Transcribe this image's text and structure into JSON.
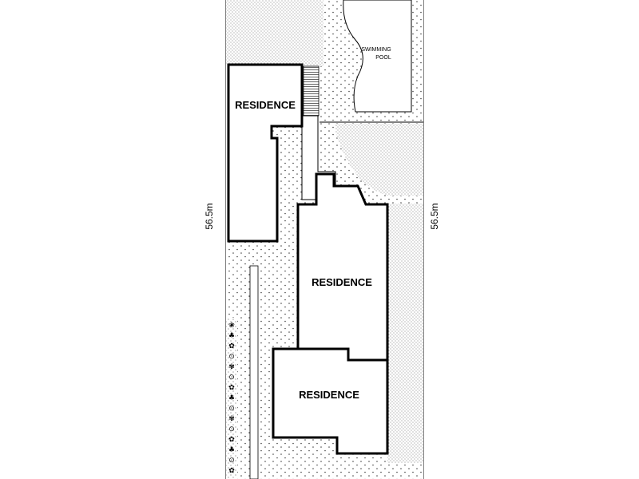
{
  "labels": {
    "residence_top": "RESIDENCE",
    "residence_middle": "RESIDENCE",
    "residence_bottom": "RESIDENCE",
    "pool_line1": "SWIMMING",
    "pool_line2": "POOL",
    "dimension_left": "56.5m",
    "dimension_right": "56.5m"
  },
  "plants": {
    "symbols": [
      "❀",
      "♣",
      "✿",
      "⊙",
      "✾",
      "⊙",
      "✿",
      "♣",
      "⊙",
      "✾",
      "⊙",
      "✿",
      "♣",
      "⊙",
      "✿"
    ]
  },
  "colors": {
    "outline": "#000000",
    "dot": "#555555",
    "background": "#ffffff"
  }
}
